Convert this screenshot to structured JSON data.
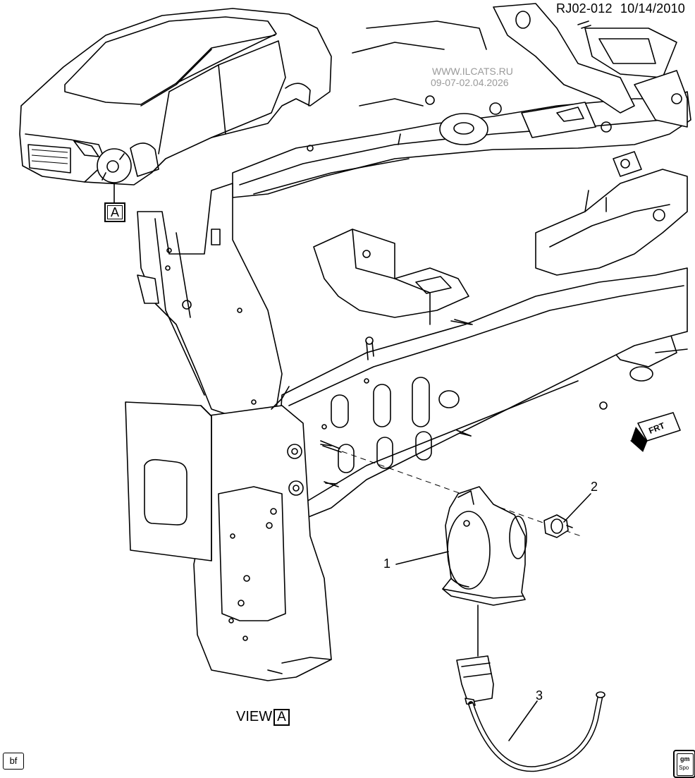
{
  "header": {
    "diagram_code": "RJ02-012",
    "date": "10/14/2010"
  },
  "watermark": {
    "line1": "WWW.ILCATS.RU",
    "line2": "09-07-02.04.2026"
  },
  "orientation": {
    "label": "FRT"
  },
  "callouts": [
    {
      "number": "1",
      "part": "horn"
    },
    {
      "number": "2",
      "part": "nut"
    },
    {
      "number": "3",
      "part": "wiring-harness"
    }
  ],
  "view_reference": {
    "prefix": "VIEW",
    "letter": "A"
  },
  "inset_marker": {
    "letter": "A"
  },
  "footer": {
    "left_badge": "bf",
    "logo_top": "gm",
    "logo_bottom": "Spo"
  }
}
